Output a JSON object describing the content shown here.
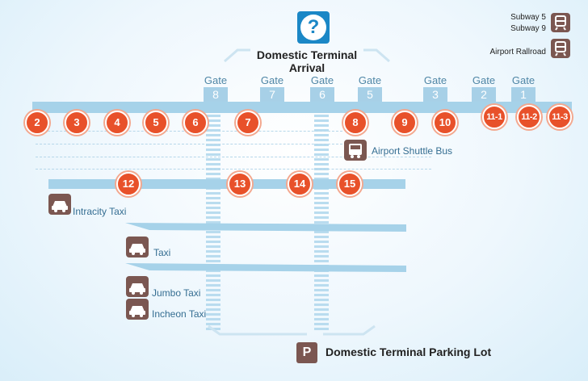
{
  "header": {
    "title": "Domestic Terminal Arrival",
    "info_icon": "question-mark-icon",
    "info_glyph": "?"
  },
  "rail": {
    "subway_line1": "Subway 5",
    "subway_line2": "Subway 9",
    "airport_railroad": "Airport Rallroad",
    "subway_icon": "train-icon",
    "railroad_icon": "train-icon"
  },
  "gate_word": "Gate",
  "gates": [
    "8",
    "7",
    "6",
    "5",
    "3",
    "2",
    "1"
  ],
  "stops": [
    "2",
    "3",
    "4",
    "5",
    "6",
    "7",
    "8",
    "9",
    "10",
    "11-1",
    "11-2",
    "11-3",
    "12",
    "13",
    "14",
    "15"
  ],
  "transport": {
    "airport_shuttle_bus": "Airport Shuttle Bus",
    "intracity_taxi": "Intracity Taxi",
    "taxi": "Taxi",
    "jumbo_taxi": "Jumbo Taxi",
    "incheon_taxi": "Incheon Taxi",
    "bus_icon": "bus-icon",
    "car_icon": "car-icon"
  },
  "parking": {
    "glyph": "P",
    "label": "Domestic Terminal Parking Lot",
    "icon": "parking-icon"
  },
  "colors": {
    "stop": "#e8512a",
    "road": "#a6d2e9",
    "icon_bg": "#7b5751",
    "info": "#1b87c6",
    "label": "#356e92"
  }
}
